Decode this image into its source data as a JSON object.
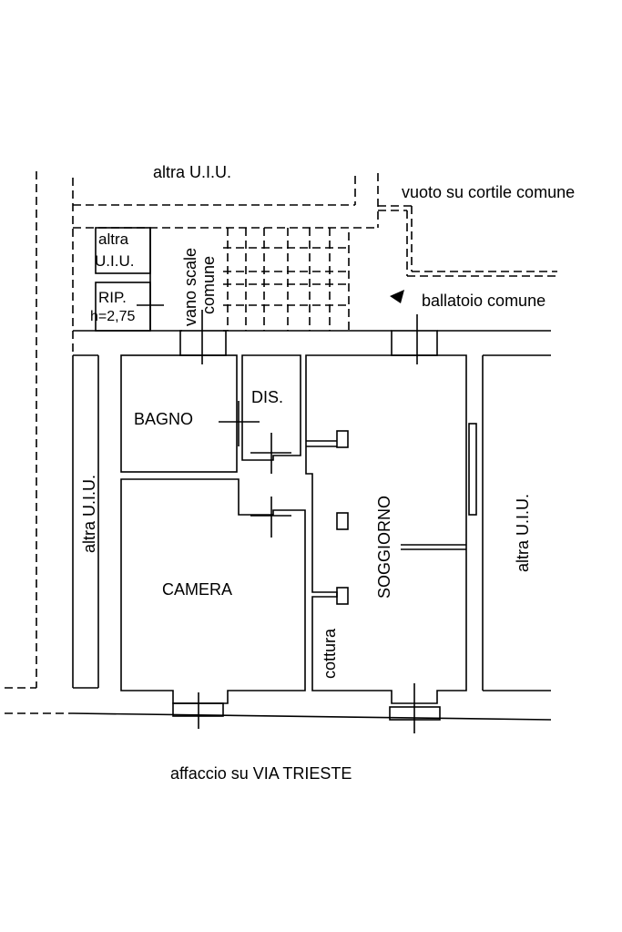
{
  "labels": {
    "altra_uiu_top": "altra U.I.U.",
    "vuoto": "vuoto su cortile comune",
    "altra_small_1": "altra",
    "altra_small_2": "U.I.U.",
    "rip_1": "RIP.",
    "rip_2": "h=2,75",
    "vano_scale_1": "vano scale",
    "vano_scale_2": "comune",
    "ballatoio": "ballatoio comune",
    "bagno": "BAGNO",
    "dis": "DIS.",
    "soggiorno": "SOGGIORNO",
    "camera": "CAMERA",
    "cottura": "cottura",
    "altra_uiu_left": "altra U.I.U.",
    "altra_uiu_right": "altra U.I.U.",
    "affaccio": "affaccio su VIA TRIESTE"
  }
}
